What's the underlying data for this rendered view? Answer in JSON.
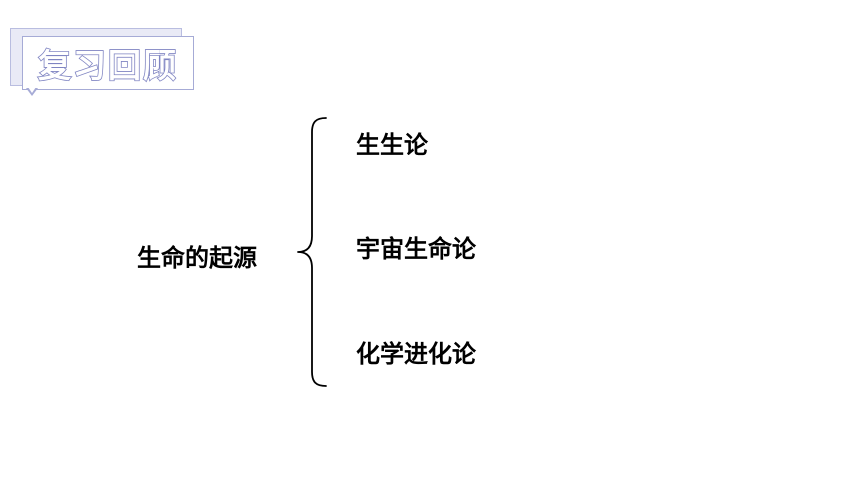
{
  "header": {
    "title": "复习回顾"
  },
  "diagram": {
    "root": "生命的起源",
    "branches": [
      {
        "label": "生生论"
      },
      {
        "label": "宇宙生命论"
      },
      {
        "label": "化学进化论"
      }
    ]
  },
  "colors": {
    "badge_border": "#a6abd6",
    "badge_back": "#e9eaf6",
    "badge_text_outline": "#7f84c2",
    "text": "#000000"
  }
}
